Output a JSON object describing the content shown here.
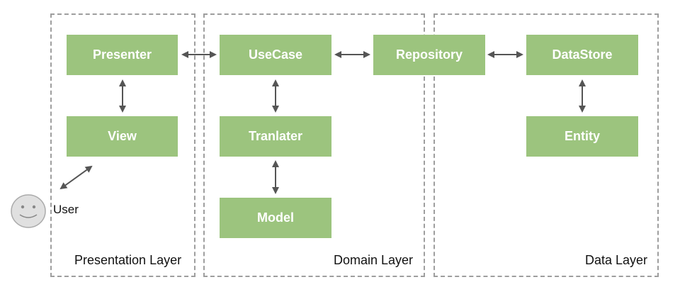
{
  "layers": {
    "presentation": "Presentation Layer",
    "domain": "Domain Layer",
    "data": "Data Layer"
  },
  "nodes": {
    "presenter": "Presenter",
    "view": "View",
    "usecase": "UseCase",
    "tranlater": "Tranlater",
    "model": "Model",
    "repository": "Repository",
    "datastore": "DataStore",
    "entity": "Entity"
  },
  "user": {
    "label": "User",
    "icon": "smiley-face-icon"
  },
  "colors": {
    "node_fill": "#9cc47e",
    "node_text": "#ffffff",
    "border": "#9e9e9e",
    "arrow": "#555555"
  }
}
